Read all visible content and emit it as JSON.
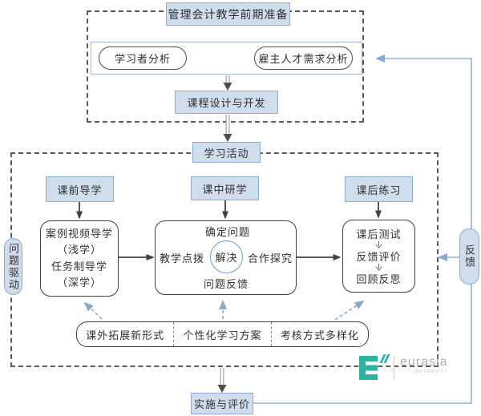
{
  "top_section": {
    "title": "管理会计教学前期准备",
    "learner_analysis": "学习者分析",
    "employer_analysis": "雇主人才需求分析",
    "course_design": "课程设计与开发"
  },
  "activity_section": {
    "title": "学习活动",
    "pre_class": "课前导学",
    "in_class": "课中研学",
    "after_class": "课后练习",
    "problem_driven": "问题驱动",
    "pre_class_box": {
      "line1": "案例视频导学",
      "line2": "（浅学）",
      "line3": "任务制导学",
      "line4": "（深学）"
    },
    "cycle": {
      "top": "确定问题",
      "right": "合作探究",
      "bottom": "问题反馈",
      "left": "教学点拨",
      "center": "解决"
    },
    "after_box": {
      "step1": "课后测试",
      "step2": "反馈评价",
      "step3": "回顾反思"
    },
    "bottom_bar": {
      "seg1": "课外拓展新形式",
      "seg2": "个性化学习方案",
      "seg3": "考核方式多样化"
    }
  },
  "feedback_label": "反馈",
  "implementation": "实施与评价",
  "logo": {
    "name": "eurasia",
    "sub": "UNIVERSITY"
  },
  "colors": {
    "box_fill": "#cfdded",
    "box_border": "#8fabd0",
    "dashed_border": "#5a5a5a",
    "line_blue": "#93b1d5",
    "node_border": "#404040",
    "logo_teal": "#2bb3a3"
  }
}
